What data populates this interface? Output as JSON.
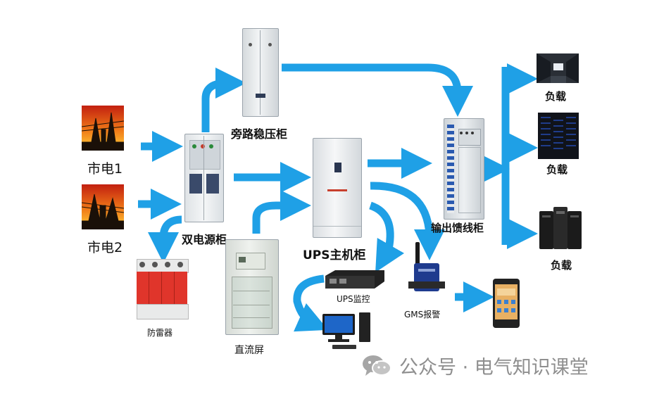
{
  "nodes": {
    "grid1": "市电1",
    "grid2": "市电2",
    "dual_power": "双电源柜",
    "bypass": "旁路稳压柜",
    "ups_main": "UPS主机柜",
    "dc_panel": "直流屏",
    "surge": "防雷器",
    "ups_monitor": "UPS监控",
    "gms_alarm": "GMS报警",
    "output_feeder": "输出馈线柜",
    "load1": "负载",
    "load2": "负载",
    "load3": "负载"
  },
  "watermark": {
    "text": "公众号 · 电气知识课堂",
    "icon": "wechat-icon"
  },
  "colors": {
    "arrow": "#1fa0e6",
    "surge_red": "#e0352b",
    "cabinet": "#e9ecee"
  }
}
